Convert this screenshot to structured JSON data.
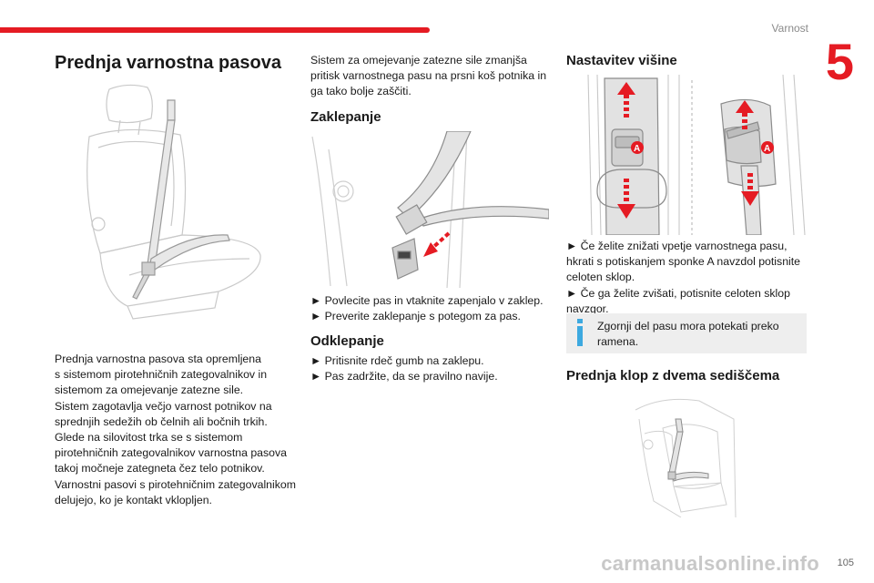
{
  "header": {
    "section": "Varnost",
    "chapter": "5"
  },
  "col1": {
    "title": "Prednja varnostna pasova",
    "body_lines": [
      "Prednja varnostna pasova sta opremljena",
      "s sistemom pirotehničnih zategovalnikov in",
      "sistemom za omejevanje zatezne sile.",
      "Sistem zagotavlja večjo varnost potnikov na",
      "sprednjih sedežih ob čelnih ali bočnih trkih.",
      "Glede na silovitost trka se s sistemom",
      "pirotehničnih zategovalnikov varnostna pasova",
      "takoj močneje zategneta čez telo potnikov.",
      "Varnostni pasovi s pirotehničnim zategovalnikom",
      "delujejo, ko je kontakt vklopljen."
    ]
  },
  "col2": {
    "intro_lines": [
      "Sistem za omejevanje zatezne sile zmanjša",
      "pritisk varnostnega pasu na prsni koš potnika in",
      "ga tako bolje zaščiti."
    ],
    "lock_title": "Zaklepanje",
    "lock_steps": [
      "► Povlecite pas in vtaknite zapenjalo v zaklep.",
      "► Preverite zaklepanje s potegom za pas."
    ],
    "unlock_title": "Odklepanje",
    "unlock_steps": [
      "► Pritisnite rdeč gumb na zaklepu.",
      "► Pas zadržite, da se pravilno navije."
    ]
  },
  "col3": {
    "height_title": "Nastavitev višine",
    "callout": "A",
    "steps_lines": [
      "► Če želite znižati vpetje varnostnega pasu,",
      "hkrati s potiskanjem sponke A navzdol potisnite",
      "celoten sklop.",
      "► Če ga želite zvišati, potisnite celoten sklop",
      "navzgor."
    ],
    "info_lines": [
      "Zgornji del pasu mora potekati preko",
      "ramena."
    ],
    "bench_title": "Prednja klop z dvema sediščema"
  },
  "footer": {
    "page": "105",
    "watermark": "carmanualsonline.info"
  },
  "colors": {
    "accent": "#e51b23",
    "info_icon": "#3da9e0"
  }
}
